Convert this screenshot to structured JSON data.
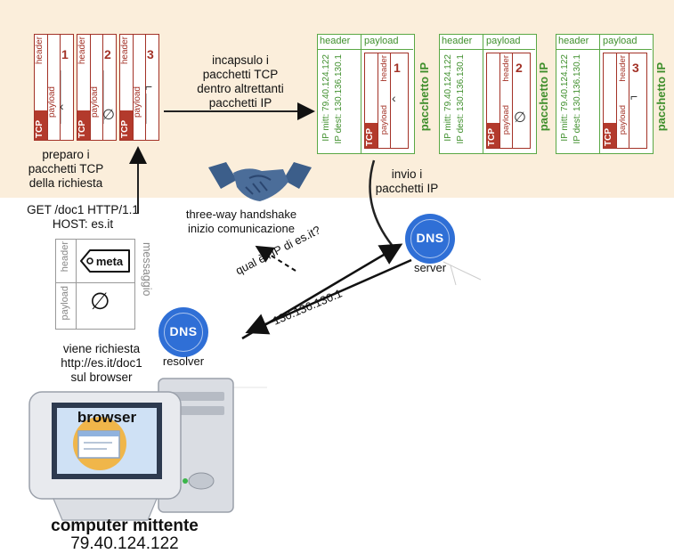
{
  "tcp_packets": [
    {
      "number": "1",
      "tcp_label": "TCP",
      "header_label": "header",
      "payload_label": "payload"
    },
    {
      "number": "2",
      "tcp_label": "TCP",
      "header_label": "header",
      "payload_label": "payload"
    },
    {
      "number": "3",
      "tcp_label": "TCP",
      "header_label": "header",
      "payload_label": "payload"
    }
  ],
  "ip_packets": [
    {
      "number": "1",
      "header_label": "header",
      "payload_label": "payload",
      "ip_mitt": "IP mitt: 79.40.124.122",
      "ip_dest": "IP dest: 130.136.130.1",
      "tcp_label": "TCP",
      "inner_header": "header",
      "inner_payload": "payload",
      "packet_label": "pacchetto IP"
    },
    {
      "number": "2",
      "header_label": "header",
      "payload_label": "payload",
      "ip_mitt": "IP mitt: 79.40.124.122",
      "ip_dest": "IP dest: 130.136.130.1",
      "tcp_label": "TCP",
      "inner_header": "header",
      "inner_payload": "payload",
      "packet_label": "pacchetto IP"
    },
    {
      "number": "3",
      "header_label": "header",
      "payload_label": "payload",
      "ip_mitt": "IP mitt: 79.40.124.122",
      "ip_dest": "IP dest: 130.136.130.1",
      "tcp_label": "TCP",
      "inner_header": "header",
      "inner_payload": "payload",
      "packet_label": "pacchetto IP"
    }
  ],
  "labels": {
    "encapsulate_line1": "incapsulo i",
    "encapsulate_line2": "pacchetti TCP",
    "encapsulate_line3": "dentro altrettanti",
    "encapsulate_line4": "pacchetti IP",
    "prepare_line1": "preparo i",
    "prepare_line2": "pacchetti TCP",
    "prepare_line3": "della richiesta",
    "send_line1": "invio i",
    "send_line2": "pacchetti IP",
    "request_line1": "GET /doc1 HTTP/1.1",
    "request_line2": "HOST: es.it",
    "handshake_line1": "three-way handshake",
    "handshake_line2": "inizio comunicazione",
    "dns_query": "qual è l'IP di es.it?",
    "dns_answer": "130.136.130.1",
    "requested_line1": "viene richiesta",
    "requested_line2": "http://es.it/doc1",
    "requested_line3": "sul browser",
    "browser": "browser",
    "computer_title": "computer mittente",
    "computer_ip": "79.40.124.122"
  },
  "message": {
    "header_label": "header",
    "payload_label": "payload",
    "meta_tag": "meta",
    "side_label": "messaggio"
  },
  "dns_server": {
    "icon_text": "DNS",
    "label": "server"
  },
  "dns_resolver": {
    "icon_text": "DNS",
    "label": "resolver"
  },
  "colors": {
    "band": "#fbeedb",
    "tcp_red": "#b33a2c",
    "ip_green": "#5aa845",
    "dns_blue": "#2f6fd6"
  }
}
